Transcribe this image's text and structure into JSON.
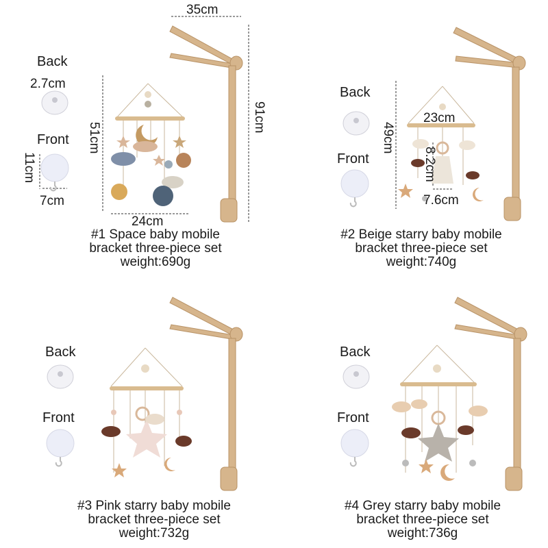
{
  "products": [
    {
      "back_label": "Back",
      "front_label": "Front",
      "dims": {
        "arm": "35cm",
        "stand": "91cm",
        "mobile_height": "51cm",
        "mobile_width": "24cm",
        "box_depth": "2.7cm",
        "box_height": "11cm",
        "box_width": "7cm"
      },
      "title": "#1 Space baby mobile",
      "subtitle": "bracket three-piece set",
      "weight": "weight:690g"
    },
    {
      "back_label": "Back",
      "front_label": "Front",
      "dims": {
        "mobile_height": "49cm",
        "mobile_width": "23cm",
        "toy_height": "8.2cm",
        "toy_width": "7.6cm"
      },
      "title": "#2 Beige starry baby mobile",
      "subtitle": "bracket three-piece set",
      "weight": "weight:740g"
    },
    {
      "back_label": "Back",
      "front_label": "Front",
      "title": "#3 Pink starry baby mobile",
      "subtitle": "bracket three-piece set",
      "weight": "weight:732g"
    },
    {
      "back_label": "Back",
      "front_label": "Front",
      "title": "#4 Grey starry baby mobile",
      "subtitle": "bracket three-piece set",
      "weight": "weight:736g"
    }
  ]
}
